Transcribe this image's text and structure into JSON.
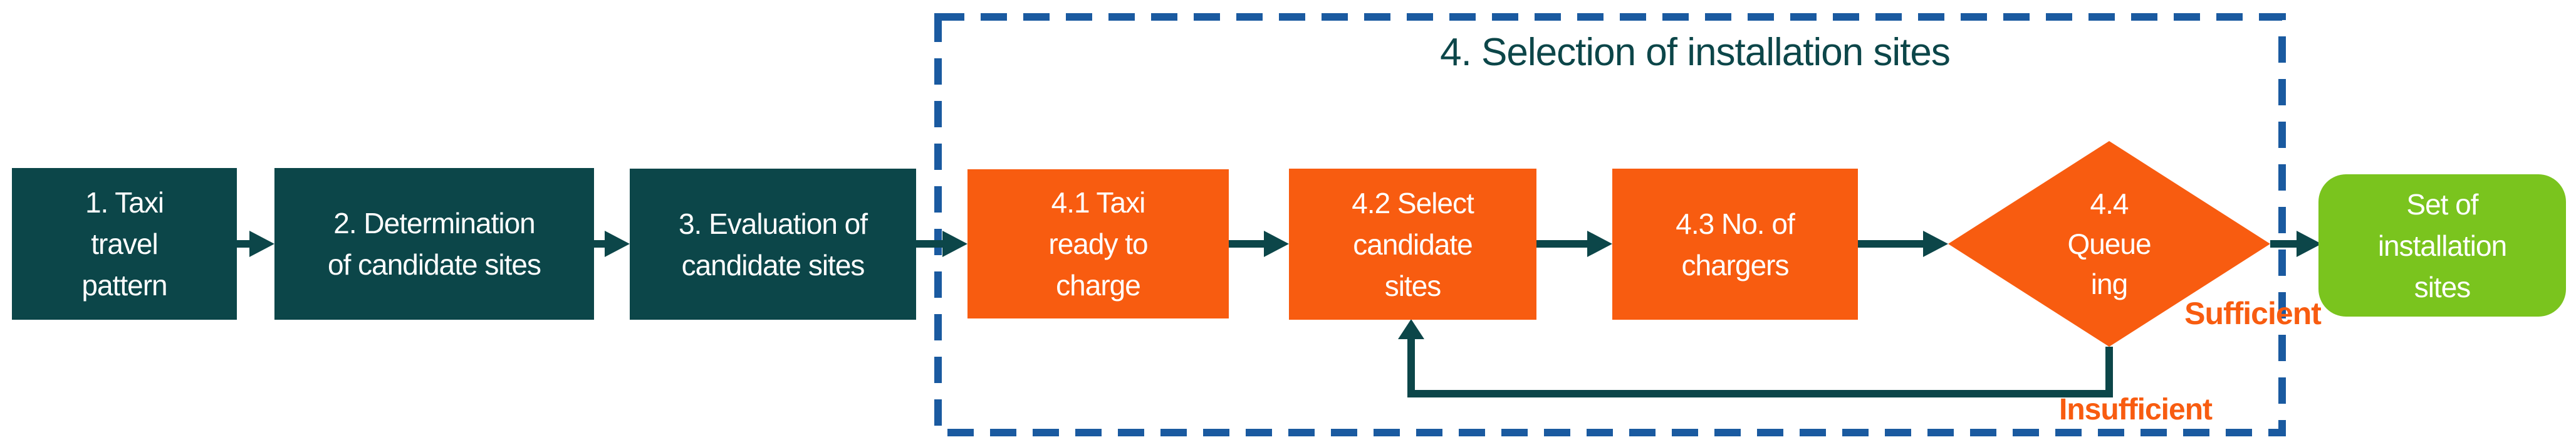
{
  "title": "4. Selection of installation sites",
  "colors": {
    "teal": "#0C4649",
    "orange": "#F85C10",
    "green": "#7AC41E",
    "dashed_blue": "#1A5AA0",
    "box_text": "#FFFFFF"
  },
  "nodes": {
    "taxi_travel_pattern": {
      "lines": [
        "1. Taxi",
        "travel",
        "pattern"
      ]
    },
    "determination_of_candidate_sites": {
      "lines": [
        "2. Determination",
        "of candidate sites"
      ]
    },
    "evaluation_of_candidate_sites": {
      "lines": [
        "3. Evaluation of",
        "candidate sites"
      ]
    },
    "taxi_ready_to_charge": {
      "lines": [
        "4.1 Taxi",
        "ready to",
        "charge"
      ]
    },
    "select_candidate_sites": {
      "lines": [
        "4.2 Select",
        "candidate",
        "sites"
      ]
    },
    "no_of_chargers": {
      "lines": [
        "4.3 No. of",
        "chargers"
      ]
    },
    "queueing_decision": {
      "lines": [
        "4.4",
        "Queue",
        "ing"
      ]
    },
    "set_of_installation_sites": {
      "lines": [
        "Set of",
        "installation",
        "sites"
      ]
    }
  },
  "edge_labels": {
    "sufficient": "Sufficient",
    "insufficient": "Insufficient"
  }
}
